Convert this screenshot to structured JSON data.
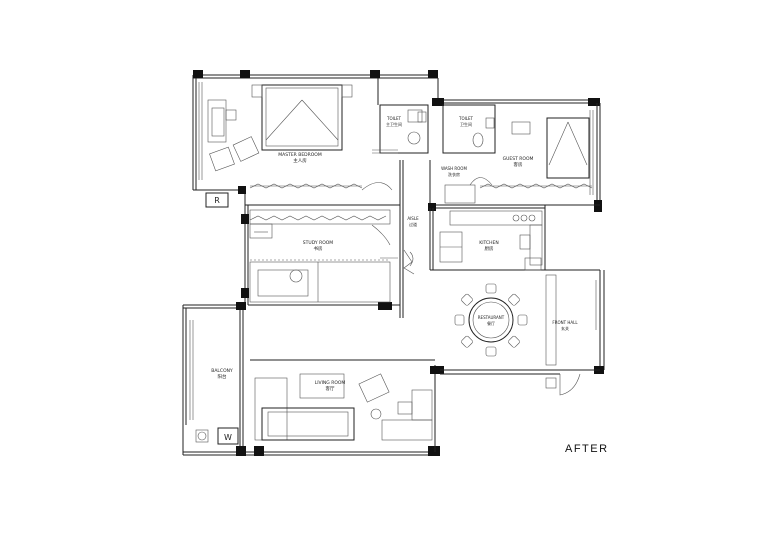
{
  "rooms": {
    "master_bedroom": {
      "label": "MASTER BEDROOM",
      "sub": "主人房"
    },
    "toilet_1": {
      "label": "TOILET",
      "sub": "主卫生间"
    },
    "toilet_2": {
      "label": "TOILET",
      "sub": "卫生间"
    },
    "guest_room": {
      "label": "GUEST ROOM",
      "sub": "客房"
    },
    "wash_room": {
      "label": "WASH ROOM",
      "sub": "洗衣房"
    },
    "kitchen": {
      "label": "KITCHEN",
      "sub": "厨房"
    },
    "study_room": {
      "label": "STUDY ROOM",
      "sub": "书房"
    },
    "aisle": {
      "label": "AISLE",
      "sub": "过道"
    },
    "restaurant": {
      "label": "RESTAURANT",
      "sub": "餐厅"
    },
    "front_hall": {
      "label": "FRONT HALL",
      "sub": "玄关"
    },
    "balcony": {
      "label": "BALCONY",
      "sub": "阳台"
    },
    "living_room": {
      "label": "LIVING ROOM",
      "sub": "客厅"
    }
  },
  "badges": {
    "fridge": "R",
    "washer": "W"
  },
  "caption": "AFTER"
}
